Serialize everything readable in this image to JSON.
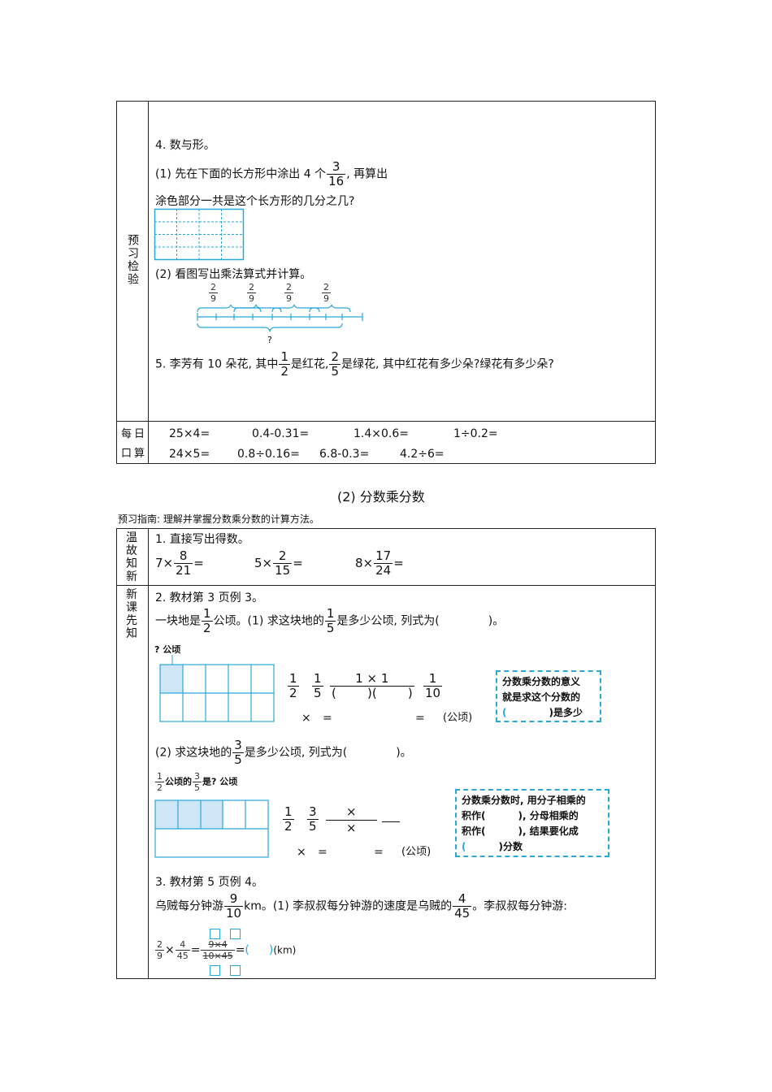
{
  "table1": {
    "side_label": "预习检验",
    "daily_label": "每日口算",
    "q4": {
      "title": "4. 数与形。",
      "p1_pre": "(1) 先在下面的长方形中涂出 4 个",
      "p1_frac": {
        "n": "3",
        "d": "16"
      },
      "p1_post": ", 再算出",
      "p1_line2": "涂色部分一共是这个长方形的几分之几?",
      "p2": "(2) 看图写出乘法算式并计算。",
      "seg_frac": {
        "n": "2",
        "d": "9"
      },
      "question_mark": "?"
    },
    "q5": {
      "pre": "5. 李芳有 10 朵花, 其中",
      "f1": {
        "n": "1",
        "d": "2"
      },
      "mid": "是红花,",
      "f2": {
        "n": "2",
        "d": "5"
      },
      "post": "是绿花, 其中红花有多少朵?绿花有多少朵?"
    },
    "oral": {
      "row1": [
        "25×4=",
        "0.4-0.31=",
        "1.4×0.6=",
        "1÷0.2="
      ],
      "row2": [
        "24×5=",
        "0.8÷0.16=",
        "6.8-0.3=",
        "4.2÷6="
      ]
    }
  },
  "section2": {
    "heading": "(2) 分数乘分数",
    "guide": "预习指南: 理解并掌握分数乘分数的计算方法。"
  },
  "table2": {
    "review_label": "温故知新",
    "new_label": "新课先知",
    "q1": {
      "title": "1. 直接写出得数。",
      "items": [
        {
          "pre": "7×",
          "n": "8",
          "d": "21",
          "post": "="
        },
        {
          "pre": "5×",
          "n": "2",
          "d": "15",
          "post": "="
        },
        {
          "pre": "8×",
          "n": "17",
          "d": "24",
          "post": "="
        }
      ]
    },
    "q2": {
      "title": "2. 教材第 3 页例 3。",
      "line1_pre": "一块地是",
      "line1_f1": {
        "n": "1",
        "d": "2"
      },
      "line1_mid": "公顷。(1) 求这块地的",
      "line1_f2": {
        "n": "1",
        "d": "5"
      },
      "line1_post": "是多少公顷, 列式为(",
      "line1_end": ")。",
      "diagram1_label": "? 公顷",
      "calc1": {
        "a": {
          "n": "1",
          "d": "2"
        },
        "b": {
          "n": "1",
          "d": "5"
        },
        "mid_n": "1 × 1",
        "mid_d": "(        )(        )",
        "res": {
          "n": "1",
          "d": "10"
        },
        "times": "×",
        "eq1": "=",
        "eq2": "=",
        "unit": "(公顷)"
      },
      "tip1": [
        "分数乘分数的意义",
        "就是求这个分数的",
        "(",
        ")是多少"
      ],
      "line2_pre": "(2) 求这块地的",
      "line2_f": {
        "n": "3",
        "d": "5"
      },
      "line2_post": "是多少公顷, 列式为(",
      "line2_end": ")。",
      "diagram2_label_f1": {
        "n": "1",
        "d": "2"
      },
      "diagram2_label_mid": "公顷的",
      "diagram2_label_f2": {
        "n": "3",
        "d": "5"
      },
      "diagram2_label_post": "是? 公顷",
      "calc2": {
        "a": {
          "n": "1",
          "d": "2"
        },
        "b": {
          "n": "3",
          "d": "5"
        },
        "mid_n": "×",
        "mid_d": "×",
        "times": "×",
        "eq1": "=",
        "eq2": "=",
        "unit": "(公顷)"
      },
      "tip2": [
        "分数乘分数时, 用分子相乘的",
        "积作(",
        "), 分母相乘的",
        "积作(",
        "), 结果要化成",
        "(",
        ")分数"
      ]
    },
    "q3": {
      "title": "3. 教材第 5 页例 4。",
      "line_pre": "乌贼每分钟游",
      "line_f1": {
        "n": "9",
        "d": "10"
      },
      "line_mid": "km。(1) 李叔叔每分钟游的速度是乌贼的",
      "line_f2": {
        "n": "4",
        "d": "45"
      },
      "line_post": "。李叔叔每分钟游:",
      "calc": {
        "a": {
          "n": "2",
          "d": "9"
        },
        "b": {
          "n": "4",
          "d": "45"
        },
        "times": "×",
        "eq": "=",
        "mid_n": "9×4",
        "mid_d": "10×45",
        "eq2": "=",
        "blank": "(",
        "blank_end": ")",
        "unit": "(km)"
      }
    }
  },
  "colors": {
    "accent": "#29a7d9",
    "shade": "#cfe6f7"
  }
}
